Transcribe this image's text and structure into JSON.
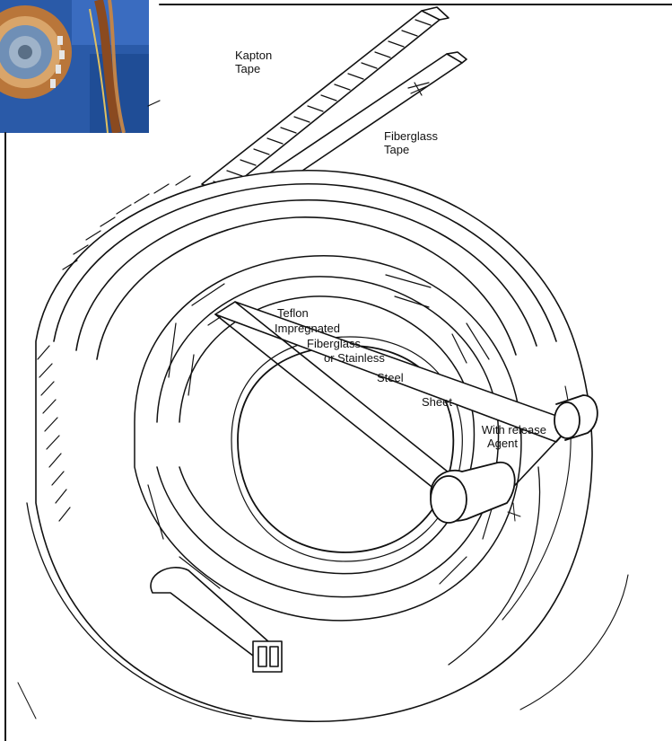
{
  "labels": {
    "kapton_line1": "Kapton",
    "kapton_line2": "Tape",
    "fiberglass_line1": "Fiberglass",
    "fiberglass_line2": "Tape",
    "teflon_line1": "Teflon",
    "teflon_line2": "Impregnated",
    "teflon_line3": "Fiberglass",
    "teflon_line4": "or Stainless",
    "teflon_line5": "Steel",
    "teflon_line6": "Sheet",
    "release_line1": "With release",
    "release_line2": "Agent"
  },
  "colors": {
    "ink": "#111111",
    "photo_blue": "#2a5aa8",
    "photo_copper": "#b9763a",
    "paper": "#ffffff"
  }
}
